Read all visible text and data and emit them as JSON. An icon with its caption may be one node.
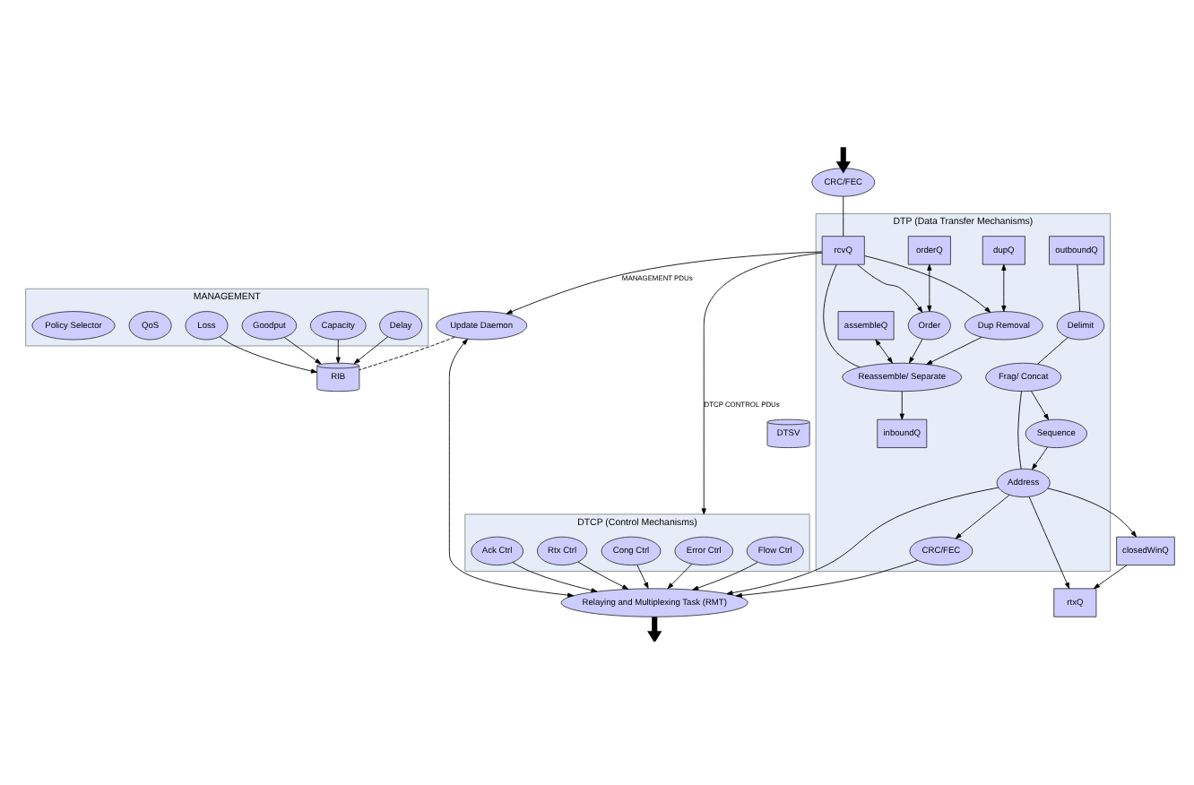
{
  "diagram": {
    "nodes": [
      {
        "text": [
          "DTP (Data Transfer Mechanisms)"
        ]
      },
      {
        "text": [
          "inboundQ"
        ],
        "in": 0
      },
      {
        "text": [
          "outboundQ"
        ],
        "in": 0
      },
      {
        "text": [
          "assembleQ"
        ],
        "in": 0
      },
      {
        "text": [
          "Reassemble/ Separate"
        ],
        "in": 0
      },
      {
        "text": [
          "Delimit"
        ],
        "in": 0
      },
      {
        "text": [
          "Frag/ Concat"
        ],
        "in": 0
      },
      {
        "text": [
          "dupQ"
        ],
        "in": 0
      },
      {
        "text": [
          "Dup Removal"
        ],
        "in": 0
      },
      {
        "text": [
          "Sequence"
        ],
        "in": 0
      },
      {
        "text": [
          "orderQ"
        ],
        "in": 0
      },
      {
        "text": [
          "Order"
        ],
        "in": 0
      },
      {
        "text": [
          "Address"
        ],
        "in": 0
      },
      {
        "text": [
          "rcvQ"
        ],
        "in": 0
      },
      {
        "text": [
          "CRC/FEC"
        ],
        "in": 0
      },
      {
        "text": [
          "DTSV"
        ]
      },
      {
        "text": [
          "DTCP (Control Mechanisms)"
        ]
      },
      {
        "text": [
          "Error Ctrl"
        ],
        "in": 16
      },
      {
        "text": [
          "Flow Ctrl"
        ],
        "in": 16
      },
      {
        "text": [
          "Ack Ctrl"
        ],
        "in": 16
      },
      {
        "text": [
          "Rtx Ctrl"
        ],
        "in": 16
      },
      {
        "text": [
          "Cong Ctrl"
        ],
        "in": 16
      },
      {
        "text": [
          "MANAGEMENT"
        ]
      },
      {
        "text": [
          "RIB"
        ]
      },
      {
        "text": [
          "Goodput"
        ],
        "in": 22
      },
      {
        "text": [
          "Capacity"
        ],
        "in": 22
      },
      {
        "text": [
          "Delay"
        ],
        "in": 22
      },
      {
        "text": [
          "Loss"
        ],
        "in": 22
      },
      {
        "text": [
          "QoS"
        ],
        "in": 22
      },
      {
        "text": [
          "Policy Selector"
        ],
        "in": 22
      },
      {
        "text": [
          "Update Daemon"
        ]
      },
      {
        "text": [
          "closedWinQ"
        ]
      },
      {
        "text": [
          "rtxQ"
        ]
      },
      {
        "text": [
          "Relaying and Multiplexing Task (RMT)"
        ]
      },
      {
        "text": [
          "CRC/FEC"
        ]
      }
    ],
    "edges": [
      {
        "from": 3,
        "to": 4,
        "arrow": "both"
      },
      {
        "from": 7,
        "to": 8,
        "arrow": "both"
      },
      {
        "from": 10,
        "to": 11,
        "arrow": "both"
      },
      {
        "from": 4,
        "to": 1,
        "arrow": "to"
      },
      {
        "from": 13,
        "to": 4,
        "arrow": "none"
      },
      {
        "from": 8,
        "to": 4,
        "arrow": "to"
      },
      {
        "from": 11,
        "to": 4,
        "arrow": "to"
      },
      {
        "from": 13,
        "to": 8,
        "arrow": "to"
      },
      {
        "from": 13,
        "to": 11,
        "arrow": "to"
      },
      {
        "from": 2,
        "to": 5,
        "arrow": "none"
      },
      {
        "from": 5,
        "to": 6,
        "arrow": "none"
      },
      {
        "from": 6,
        "to": 9,
        "arrow": "to"
      },
      {
        "from": 6,
        "to": 12,
        "arrow": "none"
      },
      {
        "from": 9,
        "to": 12,
        "arrow": "to"
      },
      {
        "from": 12,
        "to": 14,
        "arrow": "to"
      },
      {
        "from": 14,
        "to": 33,
        "arrow": "to"
      },
      {
        "from": 12,
        "to": 31,
        "arrow": "to"
      },
      {
        "from": 31,
        "to": 32,
        "arrow": "to"
      },
      {
        "from": 12,
        "to": 32,
        "arrow": "to"
      },
      {
        "from": 12,
        "to": 33,
        "arrow": "to"
      },
      {
        "from": 17,
        "to": 33,
        "arrow": "to"
      },
      {
        "from": 18,
        "to": 33,
        "arrow": "to"
      },
      {
        "from": 19,
        "to": 33,
        "arrow": "to"
      },
      {
        "from": 20,
        "to": 33,
        "arrow": "to"
      },
      {
        "from": 21,
        "to": 33,
        "arrow": "to"
      },
      {
        "from": 13,
        "to": 16,
        "arrow": "to",
        "label": "DTCP CONTROL PDUs"
      },
      {
        "from": 13,
        "to": 30,
        "arrow": "to",
        "label": "MANAGEMENT PDUs"
      },
      {
        "from": 30,
        "to": 33,
        "arrow": "both"
      },
      {
        "from": 24,
        "to": 23,
        "arrow": "to"
      },
      {
        "from": 25,
        "to": 23,
        "arrow": "to"
      },
      {
        "from": 26,
        "to": 23,
        "arrow": "to"
      },
      {
        "from": 27,
        "to": 23,
        "arrow": "to"
      },
      {
        "from": 30,
        "to": 23,
        "arrow": "none",
        "style": "dashed"
      },
      {
        "from": 34,
        "to": 13,
        "arrow": "none"
      },
      {
        "from": null,
        "to": 34,
        "arrow": "to",
        "style": "thick"
      },
      {
        "from": 33,
        "to": null,
        "arrow": "to",
        "style": "thick"
      }
    ]
  }
}
